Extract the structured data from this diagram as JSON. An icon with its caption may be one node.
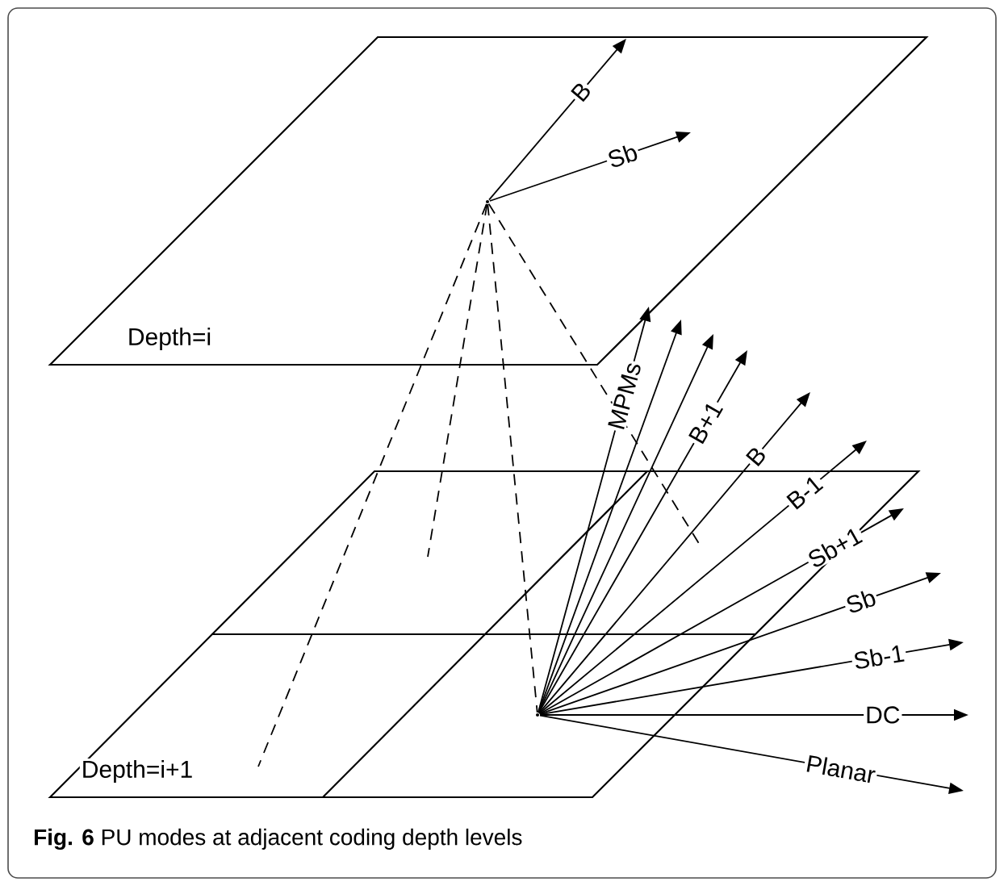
{
  "diagram": {
    "caption": "**Fig. 6** PU modes at adjacent coding depth levels",
    "nodes": [
      {
        "text": [
          "Depth=i"
        ]
      },
      {
        "text": [
          "Depth=i+1"
        ]
      },
      {
        "text": [],
        "shape": "dot"
      },
      {
        "text": [],
        "shape": "dot"
      }
    ],
    "edges": [
      {
        "from": 2,
        "to": null,
        "arrow": "to",
        "label": "B"
      },
      {
        "from": 2,
        "to": null,
        "arrow": "to",
        "label": "Sb"
      },
      {
        "from": 2,
        "to": null,
        "arrow": "none",
        "style": "dashed"
      },
      {
        "from": 2,
        "to": null,
        "arrow": "none",
        "style": "dashed"
      },
      {
        "from": 2,
        "to": 3,
        "arrow": "none",
        "style": "dashed"
      },
      {
        "from": 2,
        "to": null,
        "arrow": "none",
        "style": "dashed"
      },
      {
        "from": 3,
        "to": null,
        "arrow": "to",
        "label": "MPMs"
      },
      {
        "from": 3,
        "to": null,
        "arrow": "to"
      },
      {
        "from": 3,
        "to": null,
        "arrow": "to"
      },
      {
        "from": 3,
        "to": null,
        "arrow": "to",
        "label": "B+1"
      },
      {
        "from": 3,
        "to": null,
        "arrow": "to",
        "label": "B"
      },
      {
        "from": 3,
        "to": null,
        "arrow": "to",
        "label": "B-1"
      },
      {
        "from": 3,
        "to": null,
        "arrow": "to",
        "label": "Sb+1"
      },
      {
        "from": 3,
        "to": null,
        "arrow": "to",
        "label": "Sb"
      },
      {
        "from": 3,
        "to": null,
        "arrow": "to",
        "label": "Sb-1"
      },
      {
        "from": 3,
        "to": null,
        "arrow": "to",
        "label": "DC"
      },
      {
        "from": 3,
        "to": null,
        "arrow": "to",
        "label": "Planar"
      }
    ]
  }
}
